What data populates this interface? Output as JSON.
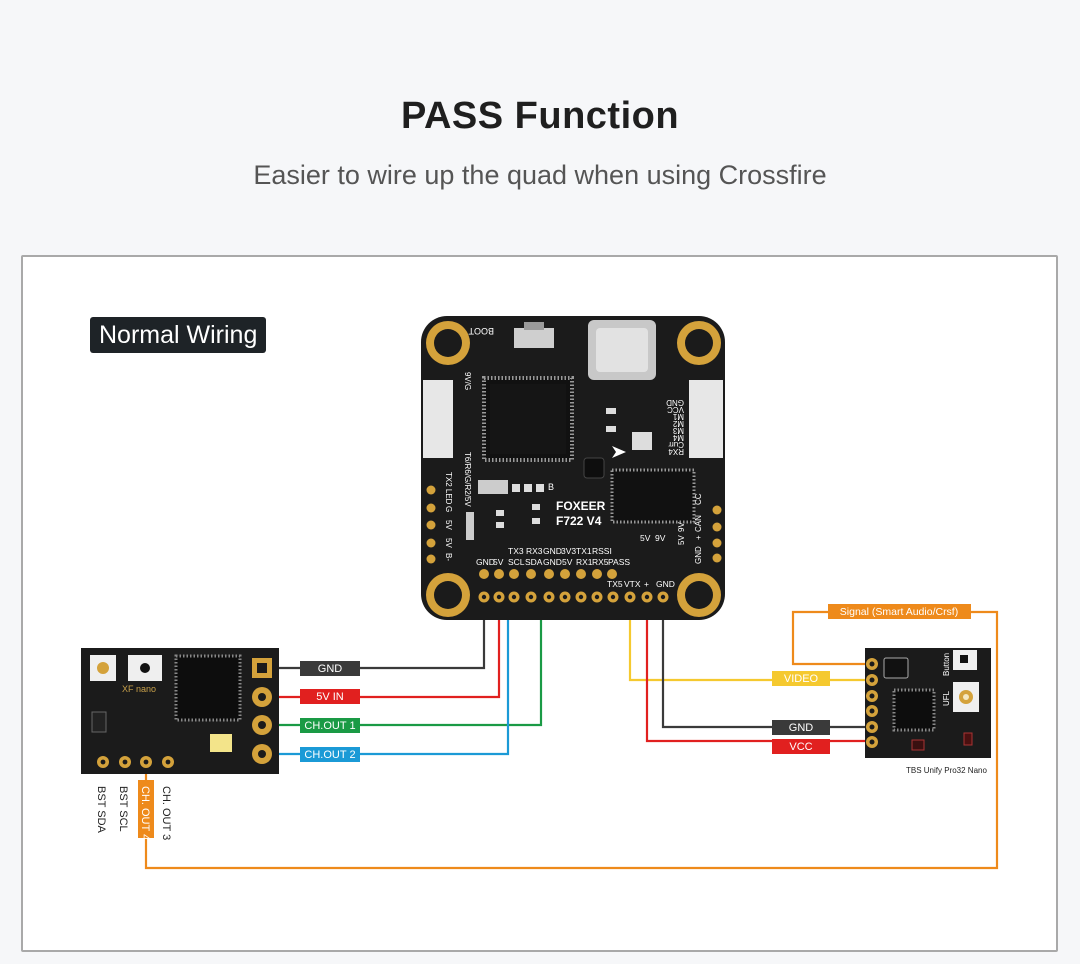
{
  "header": {
    "title": "PASS Function",
    "subtitle": "Easier to wire up the quad when using Crossfire"
  },
  "badge": "Normal Wiring",
  "fc": {
    "name_line1": "FOXEER",
    "name_line2": "F722 V4",
    "boot": "BOOT",
    "pad_top_row": [
      "GND",
      "5V",
      "SCL",
      "SDA",
      "GND",
      "5V",
      "RX1",
      "RX5",
      "PASS"
    ],
    "pad_top_row2": [
      "TX3",
      "RX3",
      "GND",
      "3V3",
      "TX1",
      "RSSI"
    ],
    "pad_bottom_labels": [
      "TX5",
      "VTX",
      "+",
      "GND"
    ],
    "volt_labels": [
      "5V",
      "9V"
    ],
    "left_side": [
      "9V/G",
      "T6/R6/G/R2/5V",
      "TX2 LED",
      "G",
      "5V",
      "5V",
      "B-"
    ],
    "right_side": [
      "GND",
      "VCC",
      "M1",
      "M2",
      "M3",
      "M4",
      "Curr",
      "RX4"
    ],
    "right_side2": [
      "CC",
      "CAN",
      "+",
      "GND"
    ],
    "right_volt": [
      "5V",
      "9V"
    ],
    "chip_b": "B"
  },
  "receiver": {
    "label": "XF nano",
    "bottom_pads": [
      "BST SDA",
      "BST SCL",
      "CH. OUT 4",
      "CH. OUT 3"
    ]
  },
  "vtx": {
    "label": "TBS Unify Pro32 Nano",
    "button": "Button",
    "ufl": "UFL"
  },
  "wires": {
    "gnd_left": "GND",
    "vin_left": "5V IN",
    "ch1": "CH.OUT 1",
    "ch2": "CH.OUT 2",
    "video": "VIDEO",
    "gnd_right": "GND",
    "vcc": "VCC",
    "signal": "Signal (Smart Audio/Crsf)"
  },
  "colors": {
    "gnd": "#3a3a3a",
    "power": "#e1201f",
    "ch1": "#1a9a45",
    "ch2": "#1b9ad6",
    "video": "#f5c92f",
    "signal": "#ee8a1b",
    "board": "#1b1b1b",
    "gold": "#d4a23b"
  }
}
